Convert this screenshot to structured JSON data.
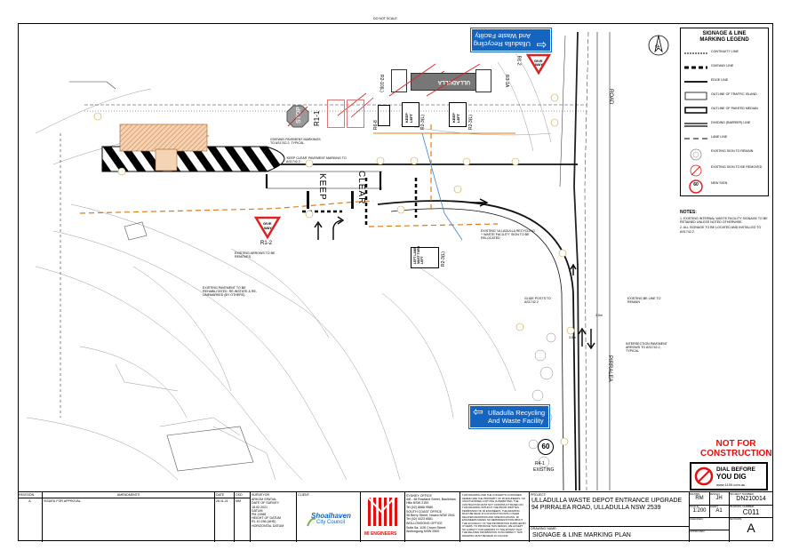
{
  "header": {
    "do_not_scale": "DO NOT SCALE"
  },
  "legend": {
    "title_1": "SIGNAGE & LINE",
    "title_2": "MARKING LEGEND",
    "items": [
      {
        "label": "CONTINUITY LINE"
      },
      {
        "label": "GIVEWAY LINE"
      },
      {
        "label": "EDGE LINE"
      },
      {
        "label": "OUTLINE OF TRAFFIC ISLAND"
      },
      {
        "label": "OUTLINE OF PAINTED MEDIAN"
      },
      {
        "label": "DIVIDING (BARRIER) LINE"
      },
      {
        "label": "LANE LINE"
      },
      {
        "label": "EXISTING SIGN TO REMAIN"
      },
      {
        "label": "EXISTING SIGN TO BE REMOVED"
      },
      {
        "label": "NEW SIGN"
      }
    ],
    "new_sign_value": "60"
  },
  "notes": {
    "title": "NOTES:",
    "items": [
      "1.   EXISTING INTERNAL WASTE FACILITY SIGNAGE TO BE RETAINED UNLESS NOTED OTHERWISE.",
      "2.   ALL SIGNAGE TO BE LOCATED AND INSTALLED TO AS1742.2."
    ]
  },
  "plan": {
    "sign_top_1": "Ulladulla Recycling",
    "sign_top_2": "And Waste Facility",
    "sign_bottom_1": "Ulladulla Recycling",
    "sign_bottom_2": "And Waste Facility",
    "sign_ulladulla": "ULLADULLA",
    "give_way": "GIVE WAY",
    "r1_2_a": "R1-2",
    "r1_2_b": "R1-2",
    "stop": "STOP",
    "r1_1": "R1-1",
    "keep_clear_1": "KEEP",
    "keep_clear_2": "CLEAR",
    "keep_left": "KEEP LEFT",
    "keep_left_b": "KEEP LEFT",
    "left_lane_sign": "LEFT LANE MUST TURN LEFT",
    "r2_3l": "R2-3(L)",
    "r2_3l_b": "R2-3(L)",
    "r2_3l_c": "R2-3(L)",
    "r1_1_b": "R6-8",
    "r3_1a": "R3-1A",
    "r2_10l": "R2-10(L)",
    "speed_60": "60",
    "r4_1": "R4-1",
    "existing": "EXISTING",
    "road_label": "ROAD",
    "pirralea": "PIRRALEA",
    "note_giveway_markings": "GIVEWAY PAVEMENT MARKINGS TO AS1742.2, TYPICAL",
    "note_keep_clear": "'KEEP CLEAR' PAVEMENT MARKING TO AS1742.2",
    "note_existing_arrows": "EXISTING ARROWS TO BE REMOVED",
    "note_existing_pavement": "EXISTING PAVEMENT TO BE REHABILITATED. RE-INSTATE & RE-LINEMARKED (BY OTHERS)",
    "note_existing_sign": "EXISTING 'ULLADULLA RECYCLING + WASTE FACILITY' SIGN TO BE RELOCATED",
    "note_glide_posts": "GLIDE POSTS TO AS1742.2",
    "note_existing_line": "EXISTING BE LINE TO REMAIN",
    "note_intersection_arrows": "INTERSECTION PAVEMENT ARROWS TO AS1742.2, TYPICAL",
    "dim_1": "3.5m",
    "dim_2": "3.5m"
  },
  "title_block": {
    "rev_header": "REVISION",
    "amend_header": "AMENDMENTS",
    "date_header": "DATE",
    "ckd_header": "CKD",
    "rev": "A",
    "amend": "ISSUED FOR APPROVAL",
    "date": "28.11.21",
    "ckd": "MM",
    "surveyor_label": "SURVEYOR",
    "surveyor": "ARKOM SPATIAL",
    "survey_date_label": "DATE OF SURVEY",
    "survey_date": "18.02.2021",
    "datum_label": "DATUM",
    "datum": "PM 11988",
    "height_label": "HEIGHT OF DATUM",
    "height": "RL 10.156 (AHD)",
    "horiz_label": "HORIZONTAL DATUM",
    "client_label": "CLIENT:",
    "council_1": "Shoalhaven",
    "council_2": "City Council",
    "firm": "MI ENGINEERS",
    "sydney": "SYDNEY OFFICE",
    "sydney_addr": "4/8 - 48 Rowland Street, Baulkham Hills NSW 2153",
    "sydney_ph": "Tel (02) 8686 9580",
    "south": "SOUTH COAST OFFICE",
    "south_addr": "38 Berry Street, Nowra NSW 2541",
    "south_ph": "Tel (02) 4423 6581",
    "wollongong": "WOLLONGONG OFFICE",
    "wollongong_addr": "Suite 5a, 1/26 Crown Street, Wollongong NSW 2500",
    "wollongong_ph": "Tel (02) 4423 6581",
    "copyright": "THIS DRAWING AND THE CONCEPTS CONTAINED HEREIN ARE THE PROPERTY OF MI ENGINEERS. NO UNAUTHORISED COPYING IS PERMITTED. THE CONTRACTOR MUST NOT CONSTRUCT BASED ON THIS DRAWING WITHOUT THE PRIOR WRITTEN PERMISSION OF MI ENGINEERS. THE DRAWING MUST BE READ IN CONJUNCTION WITH OTHER RELATED DRAWINGS AND SPECIFICATIONS. MI ENGINEERS MAKES NO REPRESENTATION ABOUT THE ACCURACY OF THE INFORMATION SUPPLIED BY OTHERS. TO PRODUCE THIS DESIGN, WE ACCEPT NO LIABILITY FOR ERRORS TO THE EXTENT THAT THE RELATED INFORMATION IS INCORRECT. THIS DRAWING MUST BE READ IN COLOUR.",
    "project_label": "PROJECT:",
    "project_1": "ULLADULLA WASTE DEPOT ENTRANCE UPGRADE",
    "project_2": "94 PIRRALEA ROAD, ULLADULLA NSW 2539",
    "drawing_name_label": "DRAWING NAME:",
    "drawing_name": "SIGNAGE & LINE MARKING PLAN",
    "not_for_1": "NOT FOR",
    "not_for_2": "CONSTRUCTION",
    "dbyd_1": "DIAL BEFORE",
    "dbyd_2": "YOU DIG",
    "dbyd_3": "www.1100.com.au",
    "drawn_label": "DRAWN:",
    "drawn": "RM",
    "design_label": "DESIGN:",
    "design": "JH",
    "project_no_label": "PROJECT NUMBER:",
    "project_no": "DN210014",
    "scale_label": "SCALE:",
    "scale": "1:200",
    "size_label": "SHEET:",
    "size": "A1",
    "drawing_no_label": "DRAWING NUMBER:",
    "drawing_no": "C011",
    "checked_label": "CHECKED:",
    "approved_label": "APPROVED:",
    "revision_label": "REVISION:",
    "revision": "A"
  }
}
